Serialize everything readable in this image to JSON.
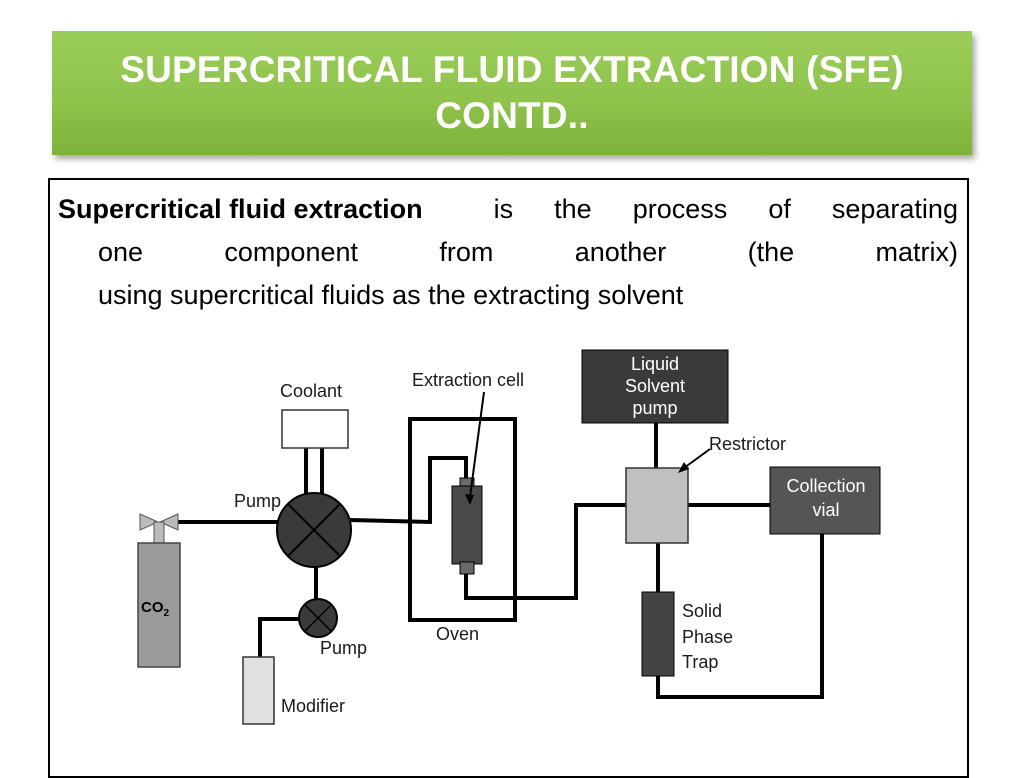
{
  "title": {
    "line1": "SUPERCRITICAL FLUID EXTRACTION (SFE)",
    "line2": "CONTD.."
  },
  "definition": {
    "term": "Supercritical fluid extraction",
    "line1_rest": [
      "is",
      "the",
      "process",
      "of",
      "separating"
    ],
    "line2_words": [
      "one",
      "component",
      "from",
      "another",
      "(the",
      "matrix)"
    ],
    "line3": "using supercritical fluids as the extracting solvent"
  },
  "diagram": {
    "labels": {
      "coolant": "Coolant",
      "pump_main": "Pump",
      "pump_modifier": "Pump",
      "co2_base": "CO",
      "co2_sub": "2",
      "modifier": "Modifier",
      "extraction_cell": "Extraction cell",
      "oven": "Oven",
      "liquid_pump_line1": "Liquid",
      "liquid_pump_line2": "Solvent",
      "liquid_pump_line3": "pump",
      "restrictor": "Restrictor",
      "collection_line1": "Collection",
      "collection_line2": "vial",
      "trap_line1": "Solid",
      "trap_line2": "Phase",
      "trap_line3": "Trap"
    },
    "colors": {
      "pipe": "#000000",
      "pump_fill": "#3a3a3a",
      "cylinder_fill": "#9a9a9a",
      "coolant_fill": "#ffffff",
      "modifier_fill": "#e0e0e0",
      "cell_fill": "#4a4a4a",
      "liquid_pump_fill": "#3a3a3a",
      "restrictor_fill": "#c0c0c0",
      "collection_fill": "#555555",
      "trap_fill": "#444444"
    }
  }
}
